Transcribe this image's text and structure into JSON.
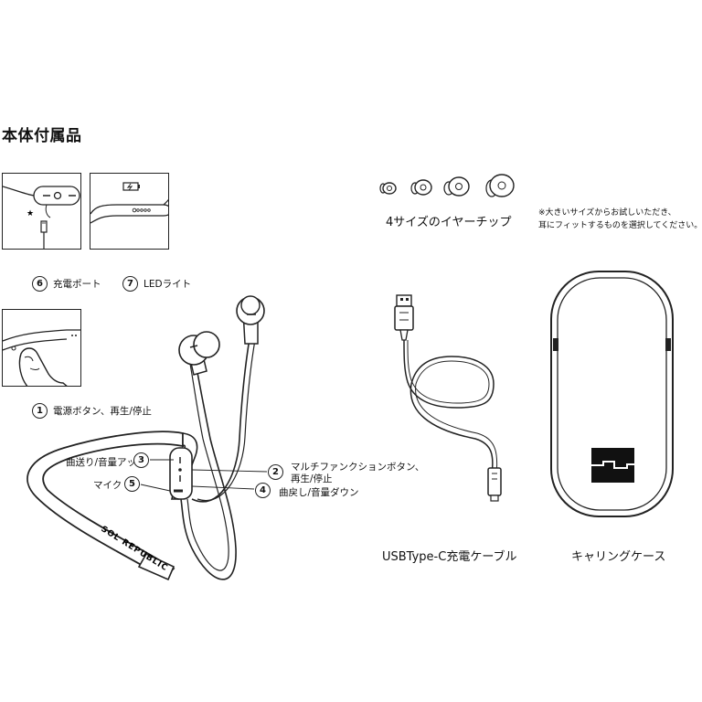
{
  "page_title": "本体付属品",
  "callouts": {
    "c1": {
      "number": "1",
      "text": "電源ボタン、再生/停止"
    },
    "c2": {
      "number": "2",
      "text_line1": "マルチファンクションボタン、",
      "text_line2": "再生/停止"
    },
    "c3": {
      "number": "3",
      "text": "曲送り/音量アップ"
    },
    "c4": {
      "number": "4",
      "text": "曲戻し/音量ダウン"
    },
    "c5": {
      "number": "5",
      "text": "マイク"
    },
    "c6": {
      "number": "6",
      "text": "充電ポート"
    },
    "c7": {
      "number": "7",
      "text": "LEDライト"
    }
  },
  "brand_on_band": "SOL REPUBLIC",
  "eartips": {
    "caption": "4サイズのイヤーチップ",
    "note_line1": "※大きいサイズからお試しいただき、",
    "note_line2": "耳にフィットするものを選択してください。"
  },
  "cable_caption": "USBType-C充電ケーブル",
  "case_caption": "キャリングケース",
  "icons": [
    "charging-port-icon",
    "battery-led-icon",
    "earphone-illustration",
    "usb-cable-illustration",
    "carrying-case-illustration",
    "ear-tip-icon"
  ]
}
